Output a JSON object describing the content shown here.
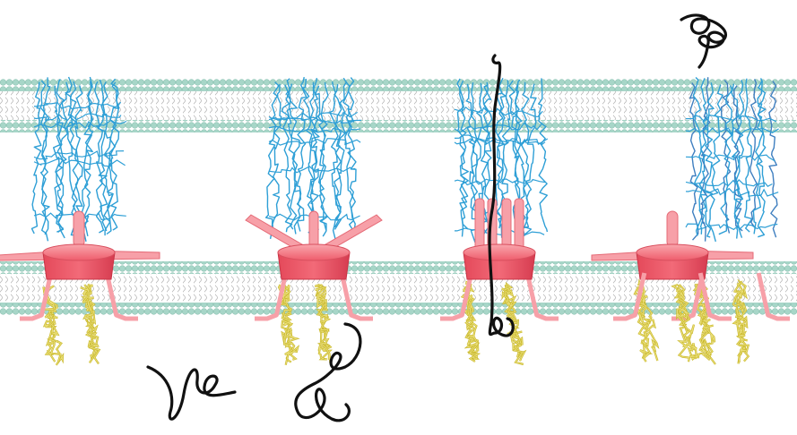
{
  "figure": {
    "description": "",
    "components": {
      "outer_membrane": "outer-membrane",
      "inner_membrane": "inner-membrane",
      "outer_channel": "blue-beta-barrel-channel",
      "inner_machine": "red-motor-complex",
      "anchors": "yellow-coil-anchors",
      "polypeptide": "black-polypeptide-chain"
    },
    "stages": [
      {
        "id": 1,
        "state": "idle-unfolded-chain-below"
      },
      {
        "id": 2,
        "state": "arms-raised-chain-engaged"
      },
      {
        "id": 3,
        "state": "chain-threading-through"
      },
      {
        "id": 4,
        "state": "chain-released-above"
      }
    ],
    "colors": {
      "membrane_head": "#9fd0c3",
      "membrane_tail": "#b9b9b9",
      "channel_blue": "#2e9fd6",
      "channel_blue_dark": "#3f7fc0",
      "motor_pink": "#f26a78",
      "motor_pink_light": "#f7a0a8",
      "anchor_yellow": "#d8c84a",
      "chain_black": "#111111"
    }
  }
}
